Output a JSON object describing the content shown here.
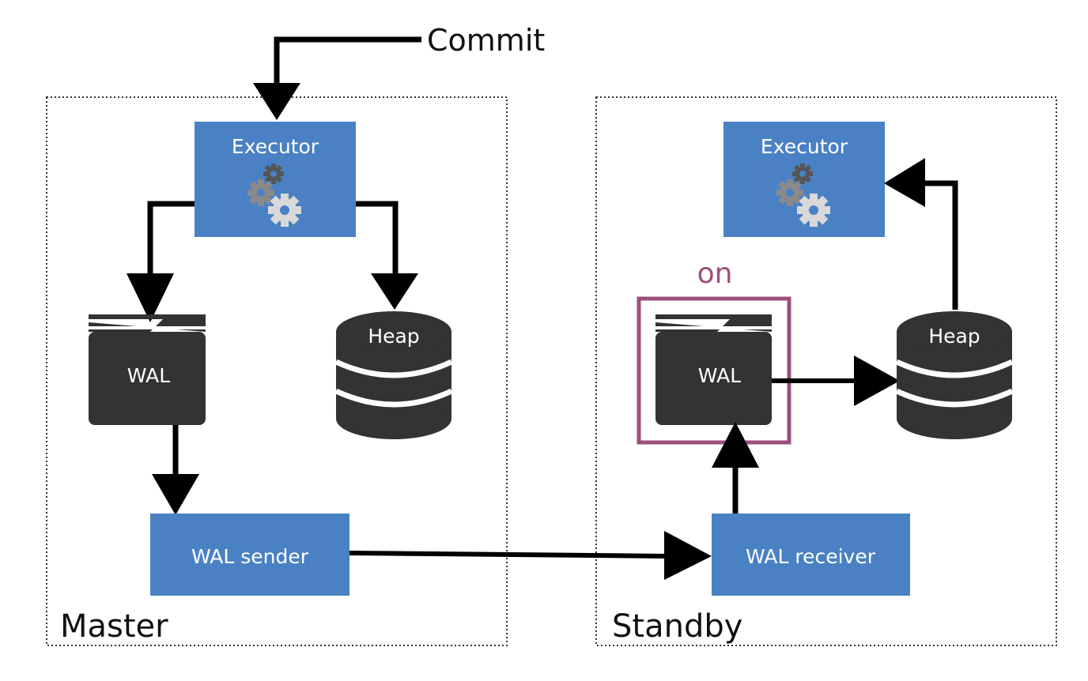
{
  "commit_label": "Commit",
  "master": {
    "label": "Master",
    "executor_label": "Executor",
    "wal_label": "WAL",
    "heap_label": "Heap",
    "sender_label": "WAL sender"
  },
  "standby": {
    "label": "Standby",
    "executor_label": "Executor",
    "wal_label": "WAL",
    "heap_label": "Heap",
    "receiver_label": "WAL receiver",
    "highlight_label": "on"
  },
  "icons": {
    "gears": "gears-icon",
    "folder": "folder-icon",
    "database": "database-icon"
  },
  "colors": {
    "box_blue": "#4a81c4",
    "icon_dark": "#333333",
    "highlight": "#9b4f7c",
    "arrow": "#000000"
  }
}
